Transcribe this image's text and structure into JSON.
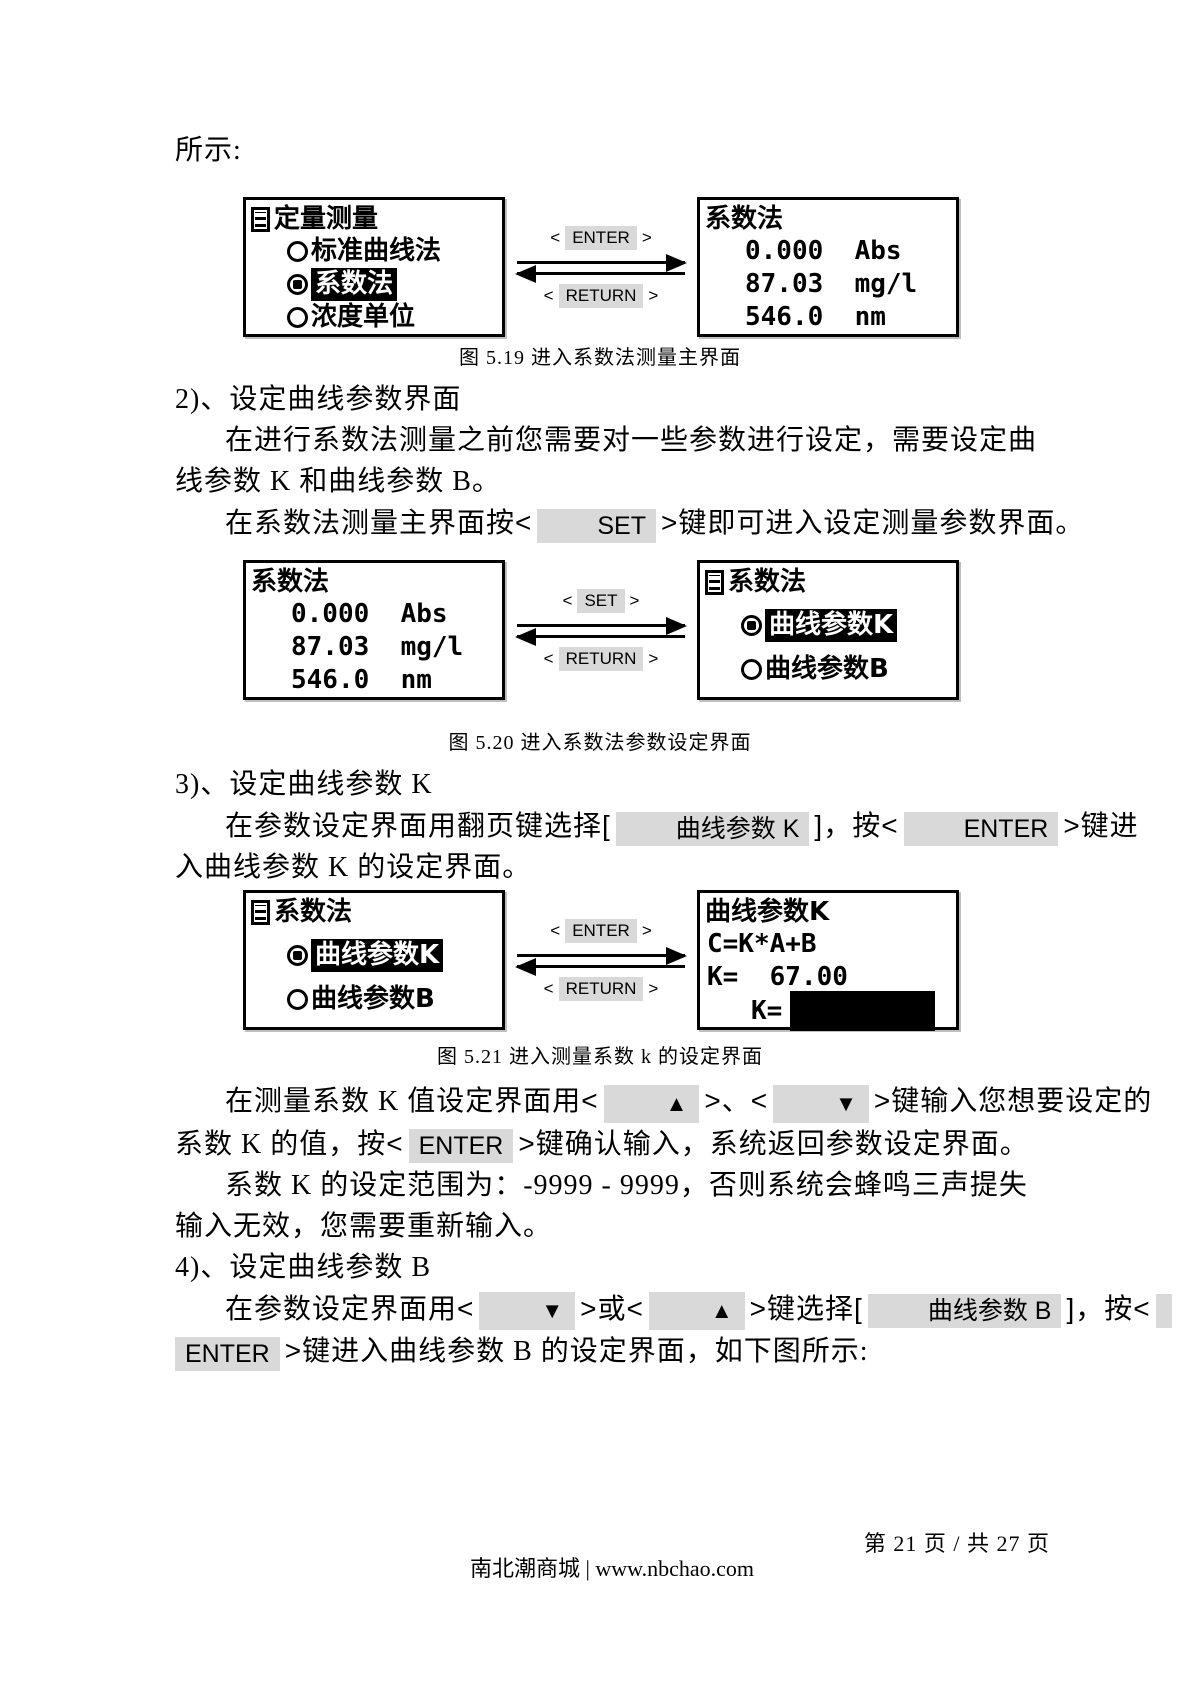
{
  "symbols": {
    "lt": "<",
    "gt": ">",
    "lb": "[",
    "rb": "]"
  },
  "intro": "所示:",
  "fig1": {
    "caption": "图 5.19 进入系数法测量主界面",
    "left": {
      "title": "定量测量",
      "items": [
        {
          "label": "标准曲线法"
        },
        {
          "label": "系数法"
        },
        {
          "label": "浓度单位"
        }
      ]
    },
    "arrows": {
      "top": "ENTER",
      "bottom": "RETURN"
    },
    "right": {
      "title": "系数法",
      "line1": "0.000  Abs",
      "line2": "87.03  mg/l",
      "line3": "546.0  nm"
    }
  },
  "sec2": {
    "heading": "2)、设定曲线参数界面",
    "l1": "在进行系数法测量之前您需要对一些参数进行设定，需要设定曲",
    "l2": "线参数 K 和曲线参数 B。",
    "l3_pre": "在系数法测量主界面按",
    "l3_chip": "SET",
    "l3_post": "键即可进入设定测量参数界面。"
  },
  "fig2": {
    "caption": "图 5.20 进入系数法参数设定界面",
    "left": {
      "title": "系数法",
      "line1": "0.000  Abs",
      "line2": "87.03  mg/l",
      "line3": "546.0  nm"
    },
    "arrows": {
      "top": "SET",
      "bottom": "RETURN"
    },
    "right": {
      "title": "系数法",
      "items": [
        {
          "label": "曲线参数K"
        },
        {
          "label": "曲线参数B"
        }
      ]
    }
  },
  "sec3": {
    "heading": "3)、设定曲线参数 K",
    "l1_pre": "在参数设定界面用翻页键选择",
    "l1_chip1": "曲线参数 K",
    "l1_mid": "，按",
    "l1_chip2": "ENTER",
    "l1_post": "键进",
    "l2": "入曲线参数 K 的设定界面。"
  },
  "fig3": {
    "caption": "图 5.21 进入测量系数 k 的设定界面",
    "left": {
      "title": "系数法",
      "items": [
        {
          "label": "曲线参数K"
        },
        {
          "label": "曲线参数B"
        }
      ]
    },
    "arrows": {
      "top": "ENTER",
      "bottom": "RETURN"
    },
    "right": {
      "title": "曲线参数K",
      "line1": "C=K*A+B",
      "line2": "K=  67.00",
      "line3_label": "K="
    }
  },
  "sec3b": {
    "l1_pre": "在测量系数 K 值设定界面用",
    "l1_chip1": "▲",
    "l1_mid": "、",
    "l1_chip2": "▼",
    "l1_post": "键输入您想要设定的",
    "l2_pre": "系数 K 的值，按",
    "l2_chip": "ENTER",
    "l2_post": "键确认输入，系统返回参数设定界面。",
    "l3": "系数 K 的设定范围为：-9999 - 9999，否则系统会蜂鸣三声提失",
    "l4": "输入无效，您需要重新输入。"
  },
  "sec4": {
    "heading": "4)、设定曲线参数 B",
    "l1_pre": "在参数设定界面用",
    "l1_chip1": "▼",
    "l1_mid1": "或",
    "l1_chip2": "▲",
    "l1_mid2": "键选择",
    "l1_chip3": "曲线参数 B",
    "l1_post": "，按",
    "l2_chip": "ENTER",
    "l2_post": "键进入曲线参数 B 的设定界面，如下图所示:"
  },
  "footer": {
    "page_info": "第 21 页 / 共 27 页",
    "brand": "南北潮商城 | www.nbchao.com"
  }
}
